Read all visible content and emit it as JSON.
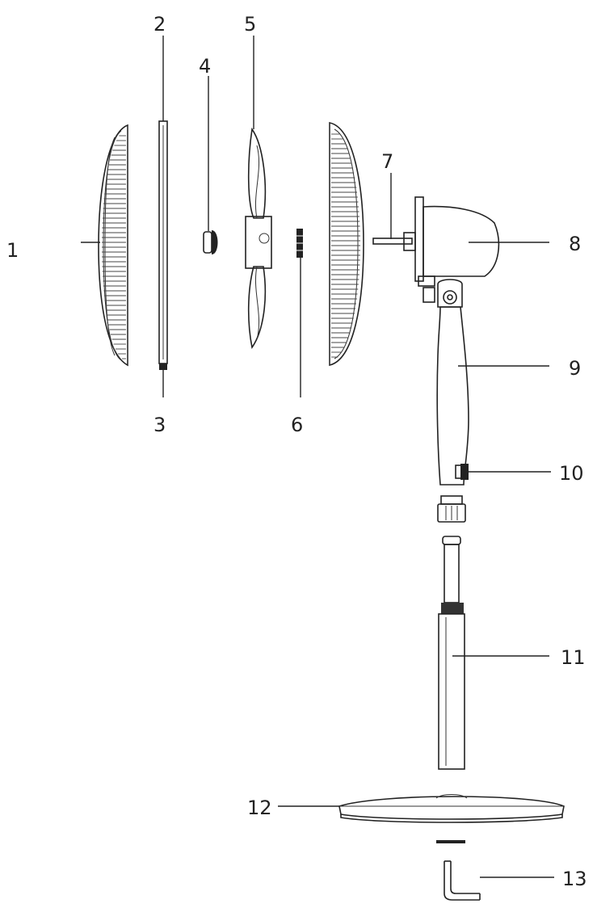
{
  "diagram": {
    "callouts": [
      "1",
      "2",
      "3",
      "4",
      "5",
      "6",
      "7",
      "8",
      "9",
      "10",
      "11",
      "12",
      "13"
    ],
    "line_color": "#222222",
    "background": "#ffffff"
  }
}
